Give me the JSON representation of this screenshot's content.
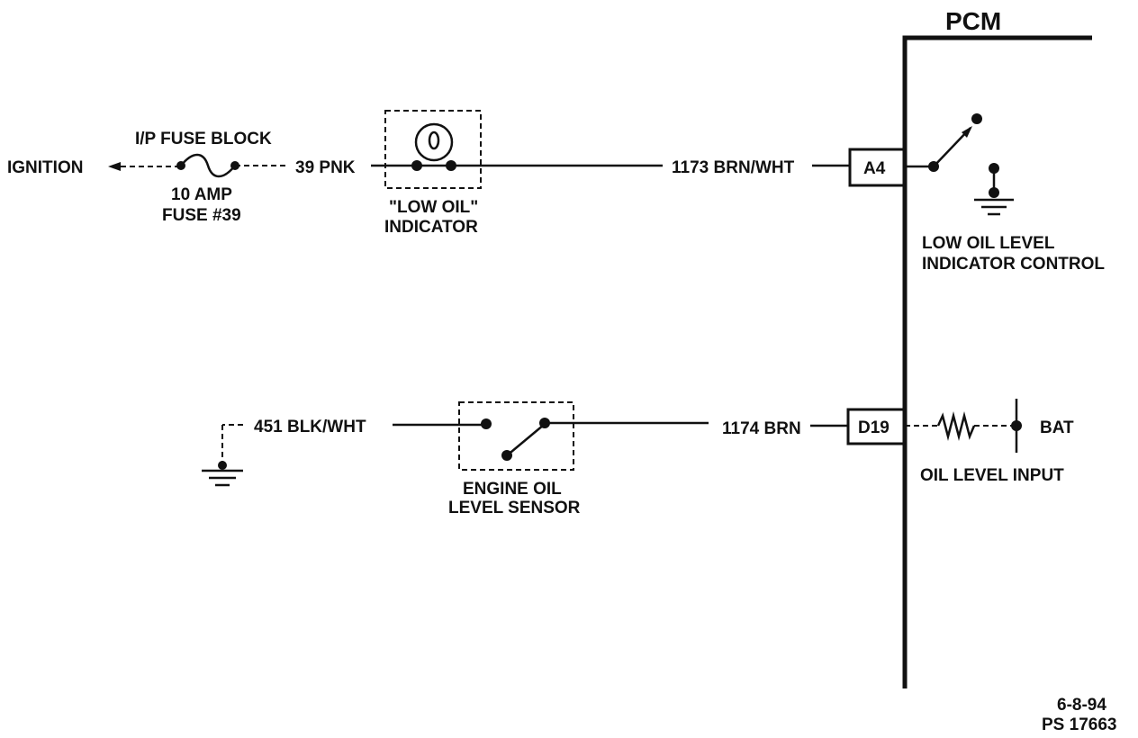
{
  "pcm": {
    "title": "PCM"
  },
  "ignition": {
    "label": "IGNITION"
  },
  "fuse": {
    "block_label": "I/P FUSE BLOCK",
    "rating": "10 AMP",
    "name": "FUSE #39"
  },
  "wires": {
    "w39": "39 PNK",
    "w1173": "1173 BRN/WHT",
    "w451": "451 BLK/WHT",
    "w1174": "1174 BRN"
  },
  "indicator": {
    "line1": "\"LOW OIL\"",
    "line2": "INDICATOR"
  },
  "sensor": {
    "line1": "ENGINE OIL",
    "line2": "LEVEL SENSOR"
  },
  "connectors": {
    "a4": "A4",
    "d19": "D19"
  },
  "control": {
    "line1": "LOW OIL LEVEL",
    "line2": "INDICATOR CONTROL"
  },
  "input": {
    "label": "OIL LEVEL INPUT",
    "bat": "BAT"
  },
  "footer": {
    "date": "6-8-94",
    "code": "PS 17663"
  }
}
